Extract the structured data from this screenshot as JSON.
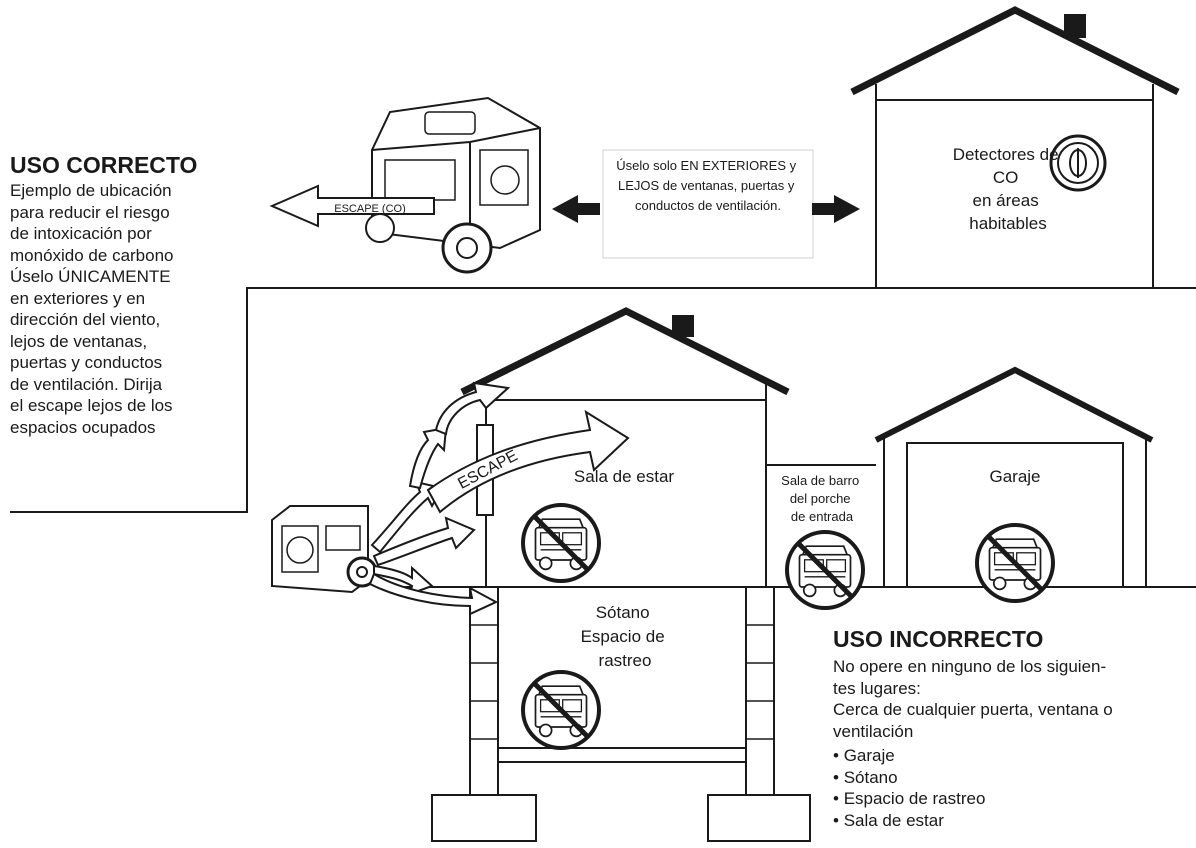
{
  "correct": {
    "heading": "USO CORRECTO",
    "lines": [
      "Ejemplo de ubicación",
      "para reducir el riesgo",
      "de intoxicación por",
      "monóxido de carbono",
      "Úselo ÚNICAMENTE",
      "en exteriores y en",
      "dirección del viento,",
      "lejos de ventanas,",
      "puertas y conductos",
      "de ventilación. Dirija",
      "el escape lejos de los",
      "espacios ocupados"
    ]
  },
  "exhaust_label": "ESCAPE (CO)",
  "outdoor_note": [
    "Úselo solo EN EXTERIORES y",
    "LEJOS de ventanas, puertas y",
    "conductos de ventilación."
  ],
  "detector_label": [
    "Detectores de",
    "CO",
    "en áreas",
    "habitables"
  ],
  "escape_label": "ESCAPE",
  "rooms": {
    "living": "Sala de estar",
    "porch": [
      "Sala de barro",
      "del porche",
      "de entrada"
    ],
    "garage": "Garaje",
    "basement": [
      "Sótano",
      "Espacio de",
      "rastreo"
    ]
  },
  "incorrect": {
    "heading": "USO INCORRECTO",
    "lines": [
      "No opere en ninguno de los siguien-",
      "tes lugares:",
      "Cerca de cualquier puerta, ventana o",
      "ventilación"
    ],
    "bullets": [
      "Garaje",
      "Sótano",
      "Espacio de rastreo",
      "Sala de estar"
    ]
  },
  "icons": {
    "generator": "generator-icon",
    "prohibited": "prohibited-sign-icon",
    "co_detector": "co-detector-icon",
    "arrow": "arrow-icon"
  },
  "colors": {
    "line": "#1a1a1a",
    "background": "#ffffff"
  }
}
